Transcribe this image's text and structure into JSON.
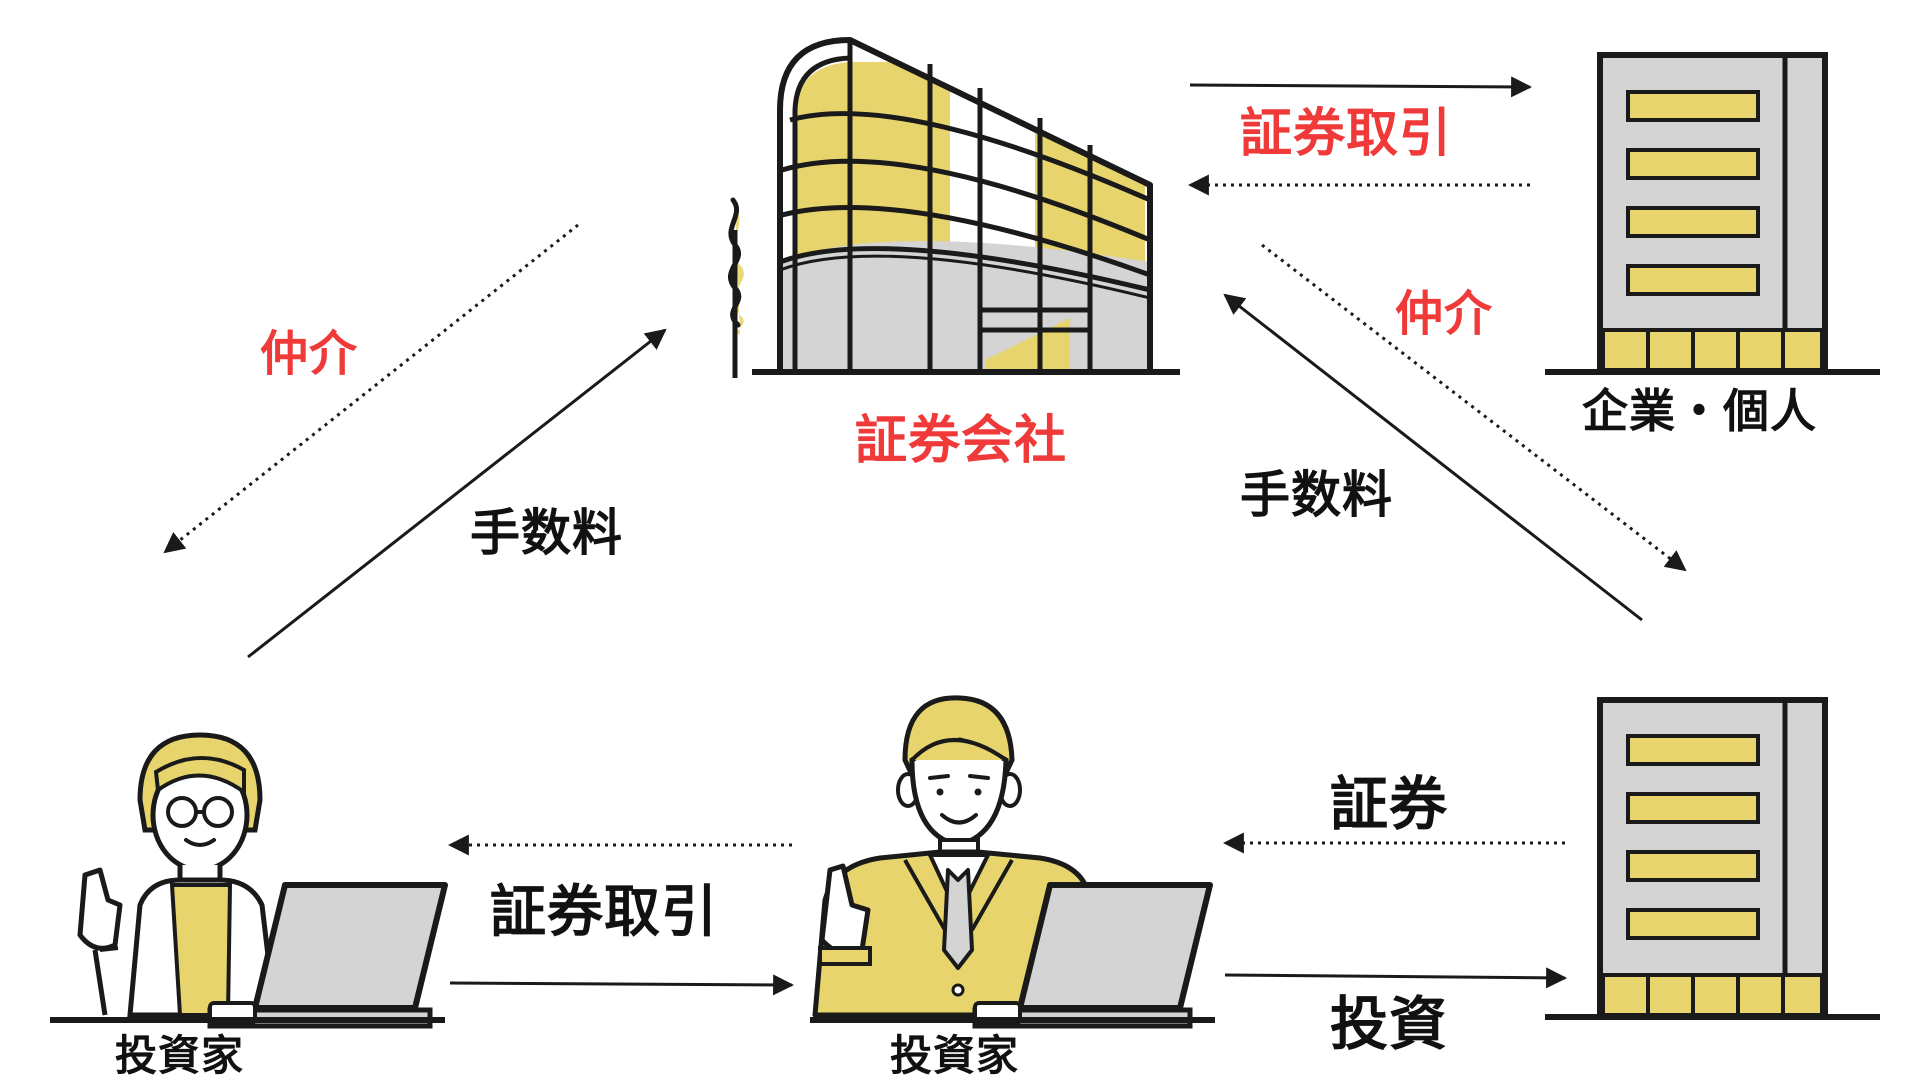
{
  "colors": {
    "accent_red": "#f03a3a",
    "ink": "#1a1a1a",
    "yellow": "#e8d46c",
    "yellow_dark": "#e3cd5a",
    "gray": "#d4d4d4"
  },
  "nodes": {
    "securities_company": "証券会社",
    "companies_individuals": "企業・個人",
    "investor_left": "投資家",
    "investor_center": "投資家"
  },
  "labels": {
    "trade_top": "証券取引",
    "trade_bottom": "証券取引",
    "broker_left": "仲介",
    "broker_right": "仲介",
    "fee_left": "手数料",
    "fee_right": "手数料",
    "securities": "証券",
    "investment": "投資"
  }
}
